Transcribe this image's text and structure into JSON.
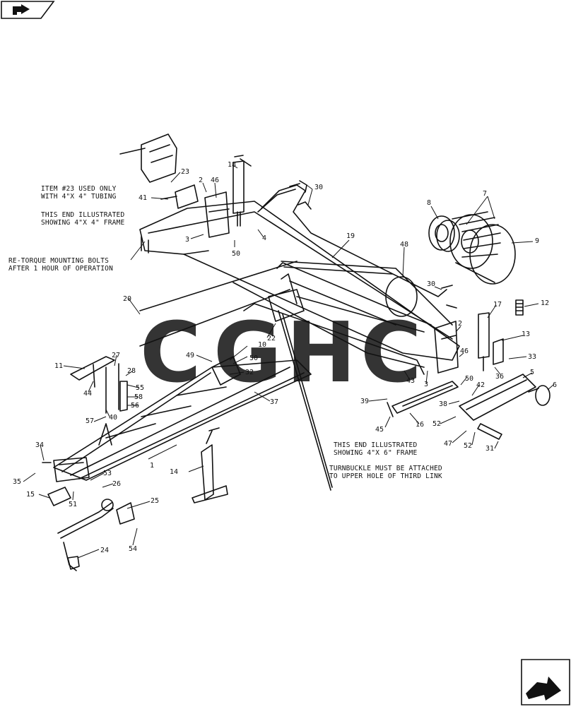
{
  "nav": {
    "prev_icon": "back-arrow-icon",
    "next_icon": "forward-arrow-icon"
  },
  "watermark": {
    "letters": [
      "C",
      "G",
      "H",
      "C"
    ],
    "colors": [
      "#4a8cf0",
      "#e9544b",
      "#f5c330",
      "#2fa868"
    ]
  },
  "notes": {
    "item23_line1": "ITEM #23 USED ONLY",
    "item23_line2": "WITH 4\"X 4\" TUBING",
    "end44_line1": "THIS END ILLUSTRATED",
    "end44_line2": "SHOWING 4\"X 4\" FRAME",
    "retorque_line1": "RE-TORQUE MOUNTING BOLTS",
    "retorque_line2": "AFTER 1 HOUR OF OPERATION",
    "end46_line1": "THIS END ILLUSTRATED",
    "end46_line2": "SHOWING 4\"X 6\" FRAME",
    "turnbuckle_line1": "TURNBUCKLE MUST BE ATTACHED",
    "turnbuckle_line2": "TO UPPER HOLE OF THIRD LINK"
  },
  "callouts": [
    "23",
    "41",
    "2",
    "46",
    "18",
    "30",
    "3",
    "50",
    "4",
    "7",
    "8",
    "9",
    "19",
    "48",
    "30",
    "17",
    "12",
    "2",
    "46",
    "13",
    "33",
    "36",
    "5",
    "6",
    "20",
    "22",
    "10",
    "49",
    "50",
    "32",
    "37",
    "43",
    "3",
    "50",
    "39",
    "45",
    "16",
    "42",
    "38",
    "52",
    "47",
    "52",
    "31",
    "11",
    "44",
    "27",
    "28",
    "55",
    "58",
    "56",
    "57",
    "40",
    "1",
    "14",
    "34",
    "35",
    "53",
    "26",
    "15",
    "51",
    "25",
    "54",
    "24"
  ]
}
